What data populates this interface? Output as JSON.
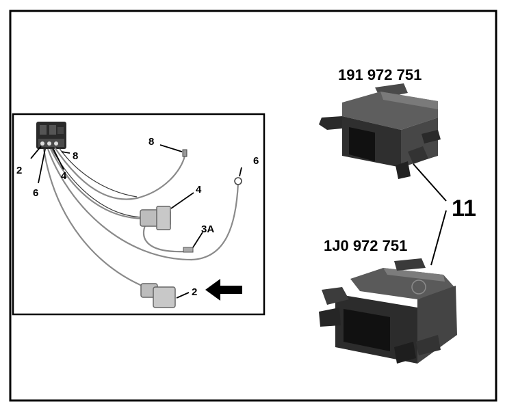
{
  "part_numbers": {
    "upper": "191 972 751",
    "lower": "1J0 972 751"
  },
  "callout": "11",
  "harness_labels": {
    "connector_left_2": "2",
    "connector_8": "8",
    "connector_6": "6",
    "connector_4": "4",
    "wire_8": "8",
    "wire_6": "6",
    "wire_4": "4",
    "wire_3a": "3A",
    "wire_2": "2"
  },
  "colors": {
    "ink": "#000000",
    "part_body": "#3a3a3a",
    "part_dark": "#1c1c1c",
    "part_light": "#6d6d6d",
    "plug": "#bdbdbd",
    "wire": "#8a8a8a"
  },
  "icons": {
    "pointer": "arrow-left-icon"
  }
}
